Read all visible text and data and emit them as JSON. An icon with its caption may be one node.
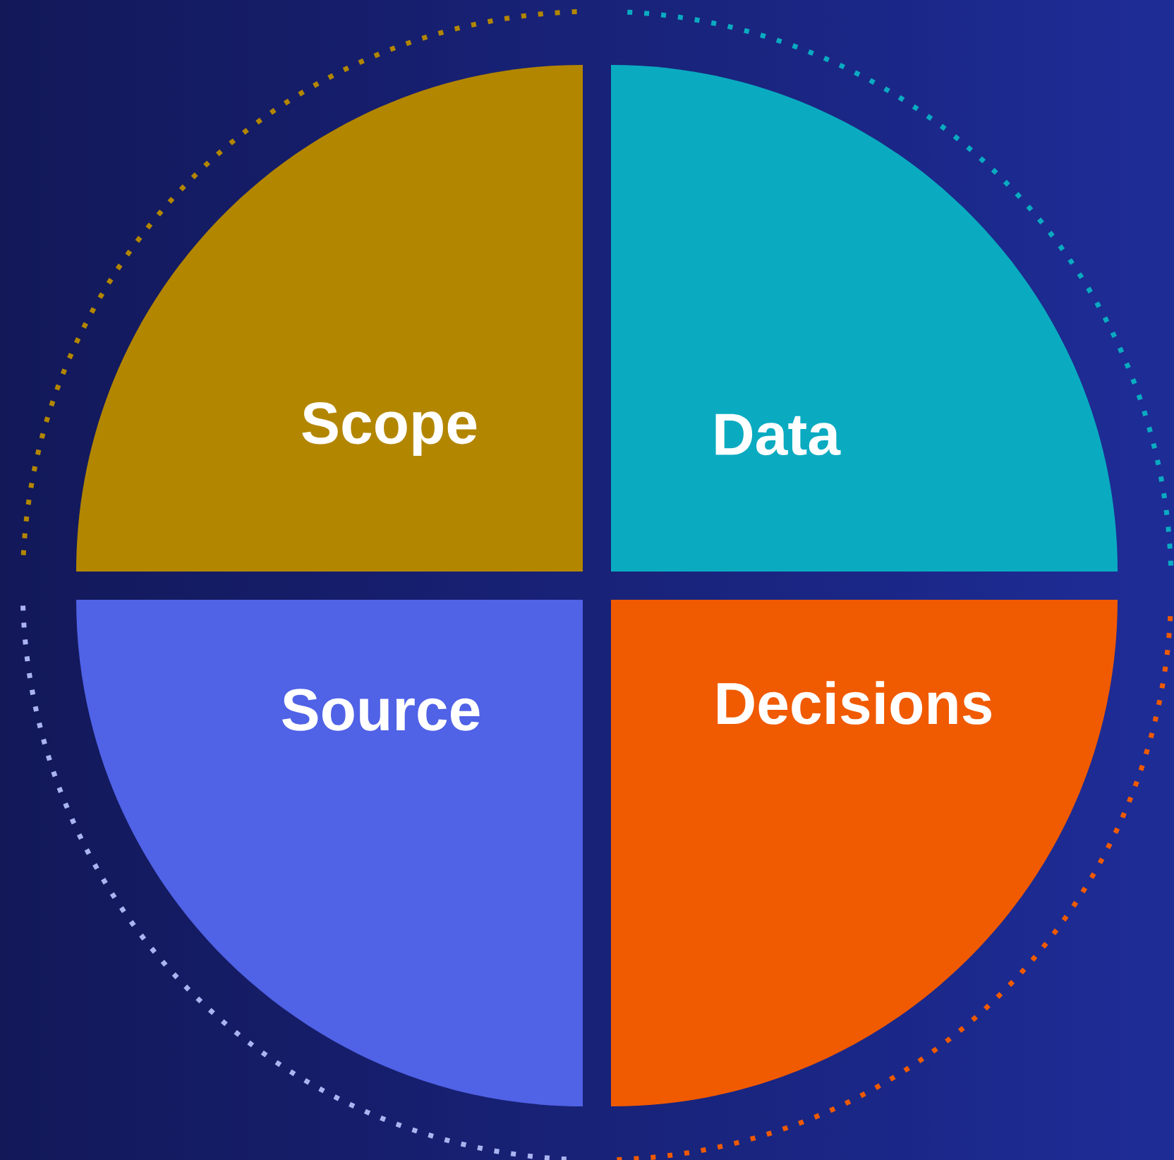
{
  "diagram": {
    "nodes": [
      {
        "text": [
          "Scope"
        ]
      },
      {
        "text": [
          "Data"
        ]
      },
      {
        "text": [
          "Source"
        ]
      },
      {
        "text": [
          "Decisions"
        ]
      }
    ]
  }
}
